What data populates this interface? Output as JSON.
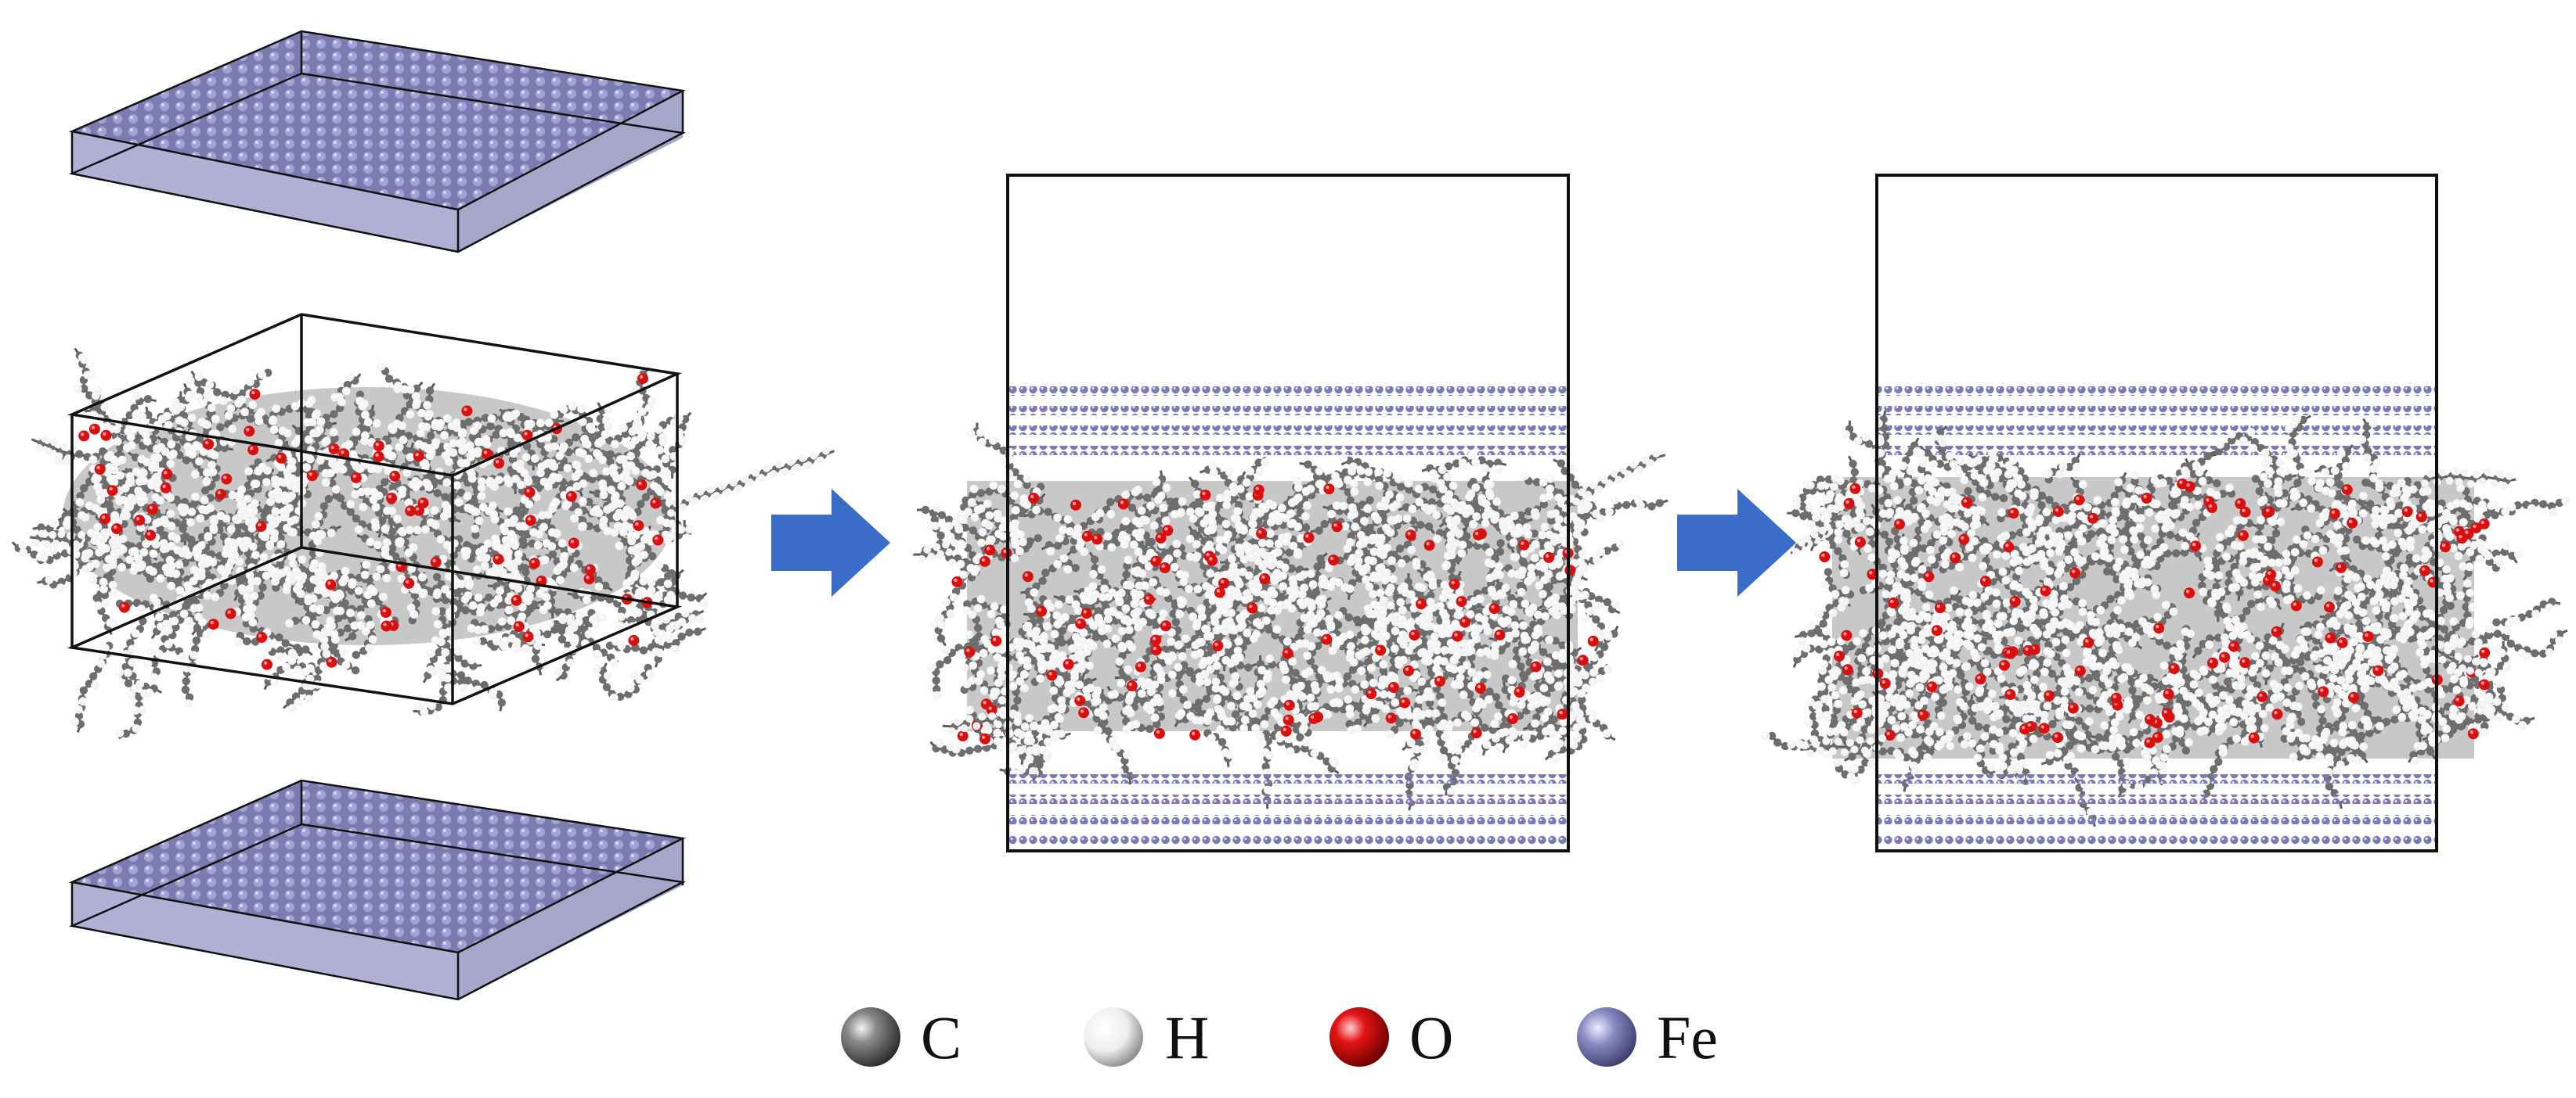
{
  "colors": {
    "carbon": "#6e6e6e",
    "hydrogen": "#f2f2f2",
    "oxygen": "#e01010",
    "iron": "#7f7fb8",
    "arrow": "#3a6cc8",
    "box": "#111111"
  },
  "legend": [
    {
      "symbol": "C",
      "element": "carbon",
      "color": "#6e6e6e"
    },
    {
      "symbol": "H",
      "element": "hydrogen",
      "color": "#f2f2f2"
    },
    {
      "symbol": "O",
      "element": "oxygen",
      "color": "#e01010"
    },
    {
      "symbol": "Fe",
      "element": "iron",
      "color": "#7f7fb8"
    }
  ],
  "icons": {
    "arrow_1": "right-arrow-icon",
    "arrow_2": "right-arrow-icon"
  }
}
